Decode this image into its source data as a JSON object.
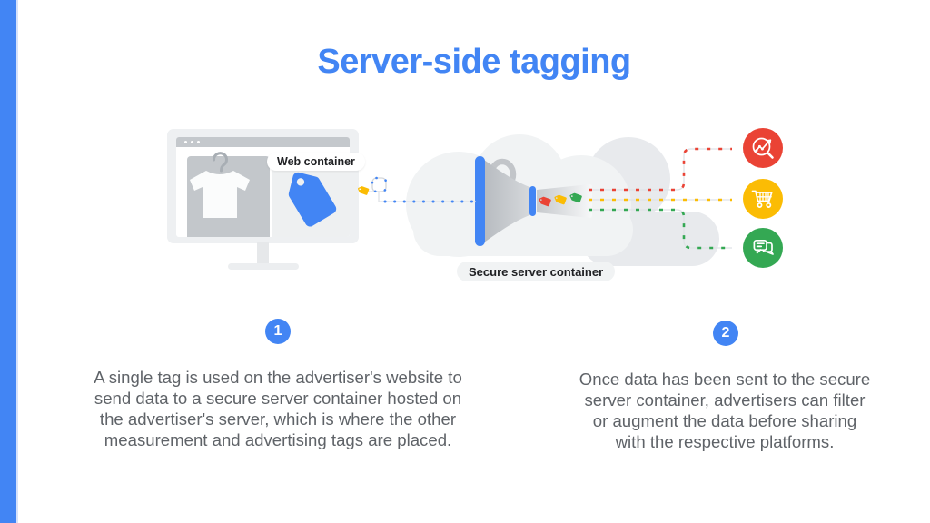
{
  "title": "Server-side tagging",
  "colors": {
    "blue": "#4285F4",
    "red": "#EA4335",
    "yellow": "#FBBC04",
    "green": "#34A853",
    "cloud": "#f1f3f4",
    "cloud_back": "#e8eaed",
    "body_text": "#5f6368",
    "dark_text": "#202124"
  },
  "diagram": {
    "web_container_label": "Web container",
    "secure_server_label": "Secure server container",
    "platform_icons": [
      {
        "name": "analytics-search-icon",
        "color": "#EA4335"
      },
      {
        "name": "shopping-cart-icon",
        "color": "#FBBC04"
      },
      {
        "name": "chat-icon",
        "color": "#34A853"
      }
    ]
  },
  "steps": [
    {
      "number": "1",
      "text": "A single tag is used on the advertiser's website to\nsend data to a secure server container hosted on\nthe advertiser's server, which is where the other\nmeasurement and advertising tags are placed."
    },
    {
      "number": "2",
      "text": "Once data has been sent to the secure\nserver container, advertisers can filter\nor augment the data before sharing\nwith the respective platforms."
    }
  ]
}
